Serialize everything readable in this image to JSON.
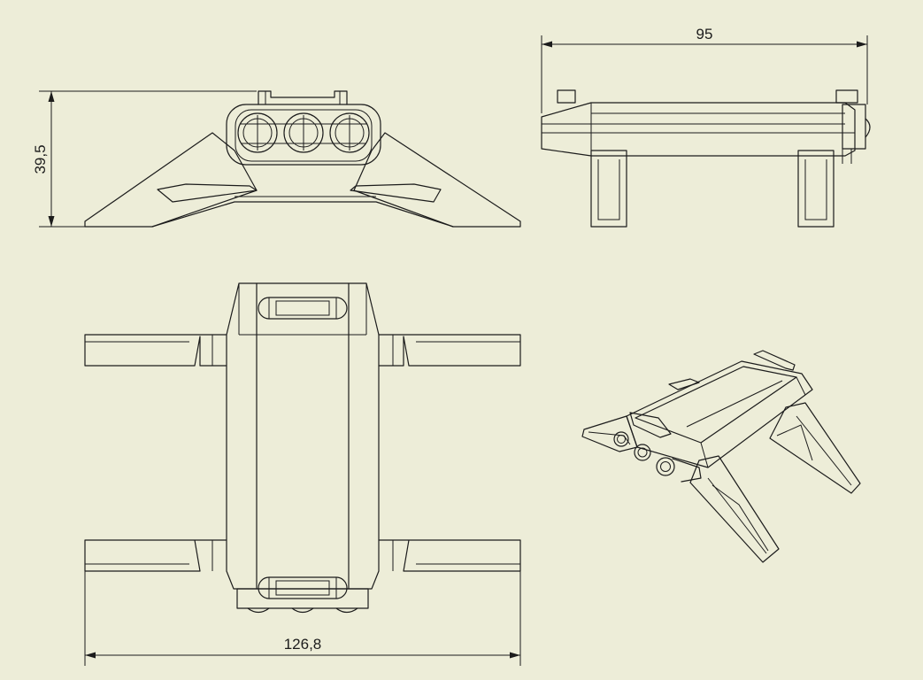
{
  "drawing": {
    "background_color": "#ededd8",
    "line_color": "#1c1c1c",
    "dimensions": {
      "front_height": "39,5",
      "side_length": "95",
      "top_width": "126,8"
    },
    "views": [
      "front-view",
      "side-view",
      "top-view",
      "isometric-view"
    ]
  }
}
